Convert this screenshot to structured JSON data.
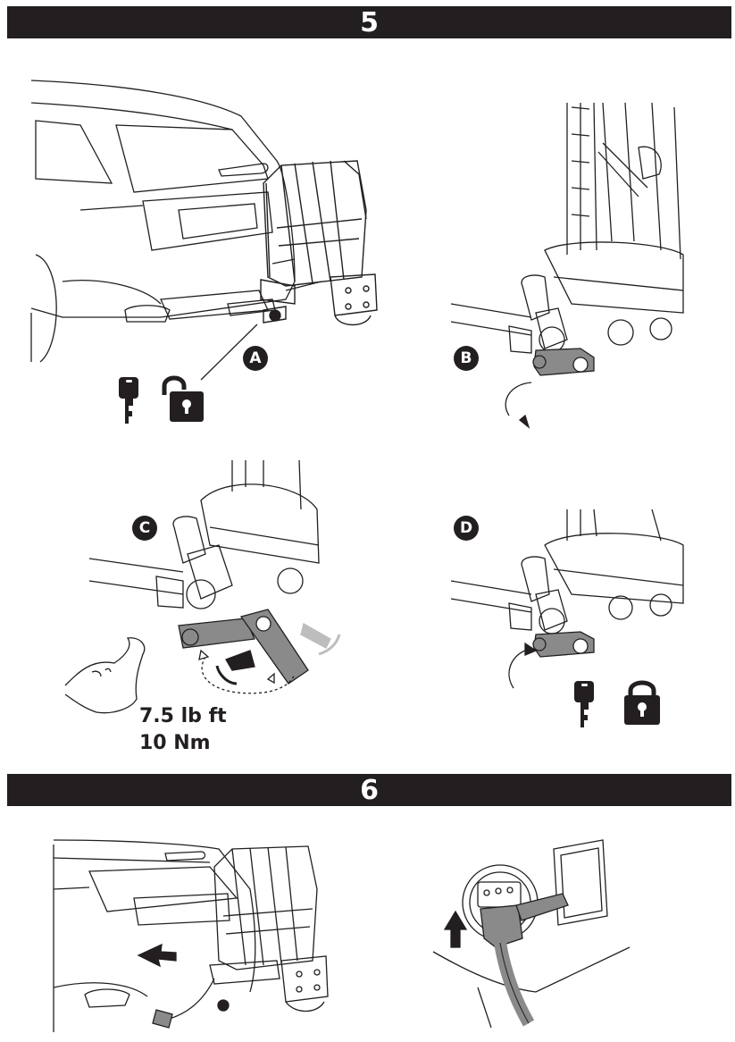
{
  "steps": [
    {
      "number": "5"
    },
    {
      "number": "6"
    }
  ],
  "panels": [
    {
      "label": "A",
      "icons": [
        "key-icon",
        "unlocked-padlock-icon"
      ]
    },
    {
      "label": "B",
      "icons": [
        "rotate-arrow-icon"
      ]
    },
    {
      "label": "C",
      "icons": [
        "flexed-arm-icon",
        "tighten-arrow-icon"
      ]
    },
    {
      "label": "D",
      "icons": [
        "key-icon",
        "locked-padlock-icon"
      ]
    }
  ],
  "torque": {
    "imperial": "7.5 lb ft",
    "metric": "10 Nm"
  },
  "colors": {
    "bar": "#231f20",
    "line": "#231f20",
    "part_gray": "#8a8a8a",
    "ghost_gray": "#bdbdbd"
  }
}
